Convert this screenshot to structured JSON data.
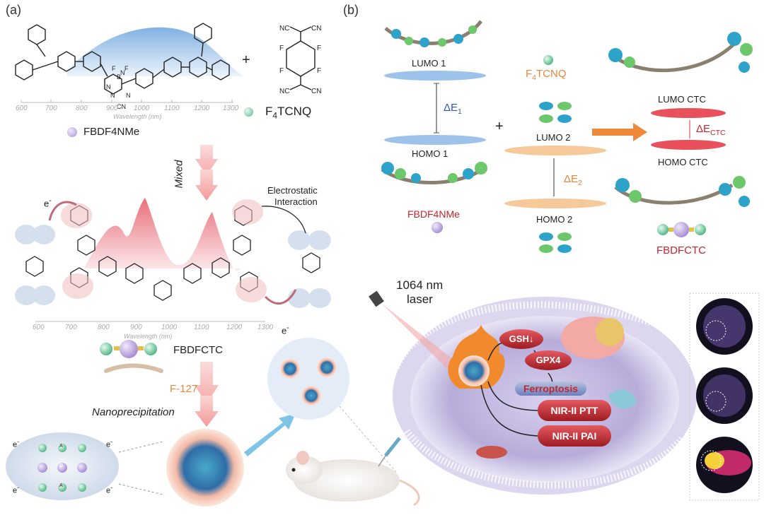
{
  "panel_a": {
    "label": "(a)",
    "molecule1_name": "FBDF4NMe",
    "plus": "+",
    "molecule2_name_main": "F",
    "molecule2_name_sub": "4",
    "molecule2_name_tail": "TCNQ",
    "spectrum_ticks": [
      "600",
      "700",
      "800",
      "900",
      "1000",
      "1100",
      "1200",
      "1300"
    ],
    "spectrum_axis_title": "Wavelength (nm)",
    "step1": "Mixed",
    "electron": "e",
    "electrostatic_line1": "Electrostatic",
    "electrostatic_line2": "Interaction",
    "complex_name": "FBDFCTC",
    "surfactant": "F-127",
    "step2": "Nanoprecipitation",
    "core_letters": [
      "A",
      "D",
      "A"
    ],
    "atom_labels": [
      "N",
      "N",
      "B",
      "F",
      "F",
      "N",
      "N",
      "CN"
    ],
    "f4tcnq_labels": [
      "NC",
      "CN",
      "F",
      "F",
      "F",
      "F",
      "NC",
      "CN"
    ]
  },
  "panel_b": {
    "label": "(b)",
    "lumo1": "LUMO 1",
    "homo1": "HOMO 1",
    "delta_e1_main": "ΔE",
    "delta_e1_sub": "1",
    "donor_name": "FBDF4NMe",
    "plus": "+",
    "acceptor_name_main": "F",
    "acceptor_name_sub": "4",
    "acceptor_name_tail": "TCNQ",
    "lumo2": "LUMO 2",
    "homo2": "HOMO 2",
    "delta_e2_main": "ΔE",
    "delta_e2_sub": "2",
    "lumo_ctc": "LUMO CTC",
    "homo_ctc": "HOMO CTC",
    "delta_ectc_main": "ΔE",
    "delta_ectc_sub": "CTC",
    "ctc_name": "FBDFCTC",
    "laser_line1": "1064 nm",
    "laser_line2": "laser",
    "gsh": "GSH↓",
    "gpx4": "GPX4",
    "ferroptosis": "Ferroptosis",
    "ptt": "NIR-II PTT",
    "pai": "NIR-II PAI"
  },
  "colors": {
    "level_blue": "#9ec3ea",
    "level_orange": "#f6c99a",
    "level_red": "#e8505c",
    "arrow_pink": "#f2b2b2",
    "arrow_orange": "#f0883a",
    "cell_purple": "#b9b0dc",
    "pill_red": "#c2272d",
    "pill_blue": "#3a4f8c",
    "dot_purple": "#c8b6e6",
    "dot_green": "#7fd3a8"
  }
}
